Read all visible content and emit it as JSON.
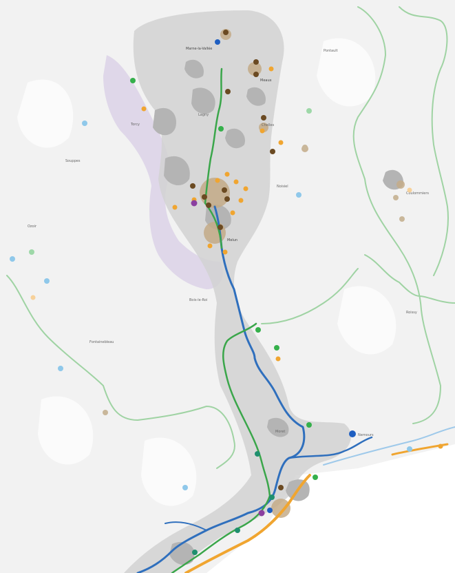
{
  "map": {
    "colors": {
      "land": "#f2f2f2",
      "sea": "#ffffff",
      "corridor": "#d2d2d2",
      "urban": "#b4b4b4",
      "purple_zone": "#d9cfe6",
      "urban_core": "#c4ab88",
      "river": "#2f6fbd",
      "route_green": "#3aa64a",
      "route_light_green": "#9fd3a3",
      "coast_orange": "#f0a530",
      "coast_light_blue": "#9ec9ea"
    },
    "marker_types": {
      "brown": "#6b4a22",
      "orange": "#f0a530",
      "green": "#35b04b",
      "teal": "#1f8f6e",
      "blue": "#1f5fc1",
      "light_blue": "#8fc8ea",
      "purple": "#8b3fa0",
      "light_green": "#9ed8a8",
      "pale_orange": "#f7d19a",
      "tan": "#c9b79a"
    },
    "labels": {
      "l1": "Marne-la-Vallée",
      "l2": "Meaux",
      "l3": "Lagny",
      "l4": "Chelles",
      "l5": "Torcy",
      "l6": "Noisiel",
      "l7": "Ozoir",
      "l8": "Melun",
      "l9": "Bois-le-Roi",
      "l10": "Fontainebleau",
      "l11": "Moret",
      "l12": "Nemours",
      "l13": "Souppes",
      "l14": "Pontault",
      "l15": "Roissy",
      "l16": "Coulommiers"
    }
  }
}
